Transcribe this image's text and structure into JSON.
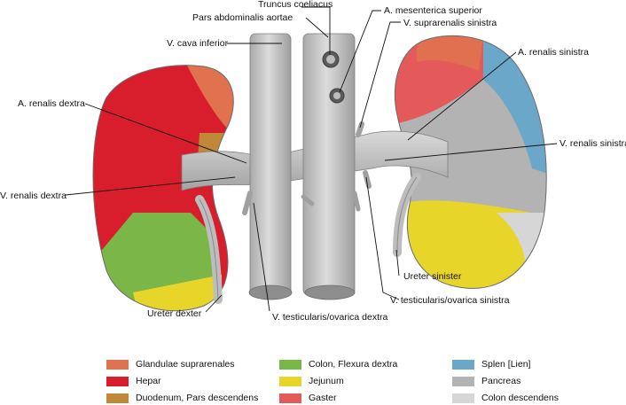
{
  "labels": {
    "truncus_coeliacus": "Truncus coeliacus",
    "pars_abdominalis_aortae": "Pars abdominalis aortae",
    "v_cava_inferior": "V. cava inferior",
    "a_mesenterica_superior": "A. mesenterica superior",
    "v_suprarenalis_sinistra": "V. suprarenalis sinistra",
    "a_renalis_sinistra": "A. renalis sinistra",
    "a_renalis_dextra": "A. renalis dextra",
    "v_renalis_sinistra": "V. renalis sinistra",
    "v_renalis_dextra": "V. renalis dextra",
    "ureter_sinister": "Ureter sinister",
    "ureter_dexter": "Ureter dexter",
    "v_testicularis_sinistra": "V. testicularis/ovarica sinistra",
    "v_testicularis_dextra": "V. testicularis/ovarica dextra"
  },
  "legend": [
    {
      "label": "Glandulae suprarenales",
      "color": "#e0724f"
    },
    {
      "label": "Hepar",
      "color": "#d81d2c"
    },
    {
      "label": "Duodenum, Pars descendens",
      "color": "#c0893a"
    },
    {
      "label": "Colon, Flexura dextra",
      "color": "#7ab648"
    },
    {
      "label": "Jejunum",
      "color": "#e8d52a"
    },
    {
      "label": "Gaster",
      "color": "#e45a5a"
    },
    {
      "label": "Splen [Lien]",
      "color": "#6aa7c8"
    },
    {
      "label": "Pancreas",
      "color": "#b3b3b3"
    },
    {
      "label": "Colon descendens",
      "color": "#d6d6d6"
    }
  ],
  "colors": {
    "vessel": "#c9c9c9",
    "vessel_shadow": "#9b9b9b",
    "background": "#ffffff"
  }
}
